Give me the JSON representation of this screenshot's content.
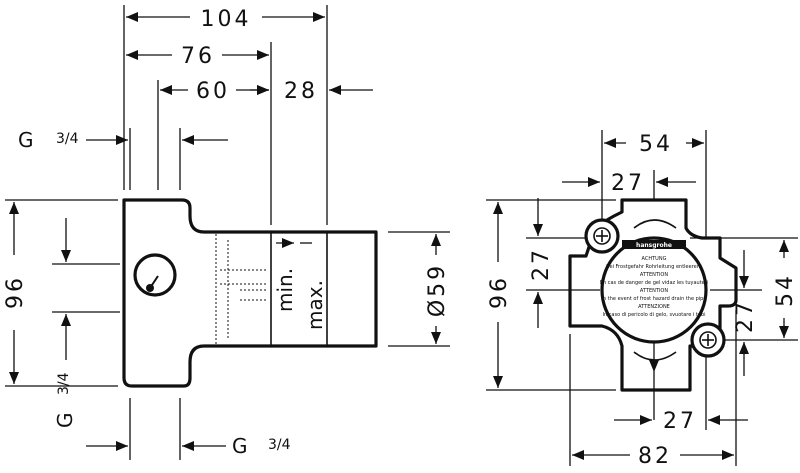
{
  "side_view": {
    "dim_104": "104",
    "dim_76": "76",
    "dim_60": "60",
    "dim_28": "28",
    "dim_96": "96",
    "dim_59": "Ø59",
    "min_label": "min.",
    "max_label": "max.",
    "thread_top": "G",
    "thread_top_frac": "3/4",
    "thread_left": "G",
    "thread_left_frac": "3/4",
    "thread_bottom": "G",
    "thread_bottom_frac": "3/4"
  },
  "front_view": {
    "dim_54_top": "54",
    "dim_27_top": "27",
    "dim_96": "96",
    "dim_27_left": "27",
    "dim_54_right": "54",
    "dim_27_right": "27",
    "dim_27_bottom": "27",
    "dim_82": "82",
    "label": {
      "brand": "hansgrohe",
      "line1": "ACHTUNG",
      "line2": "Bei Frostgefahr Rohrleitung entleeren!",
      "line3": "ATTENTION",
      "line4": "En cas de danger de gel vidaz les tuyauteri",
      "line5": "ATTENTION",
      "line6": "In the event of frost hazard drain the pipe",
      "line7": "ATTENZIONE",
      "line8": "In caso di pericolo di gelo, svuotare i tubi"
    }
  }
}
